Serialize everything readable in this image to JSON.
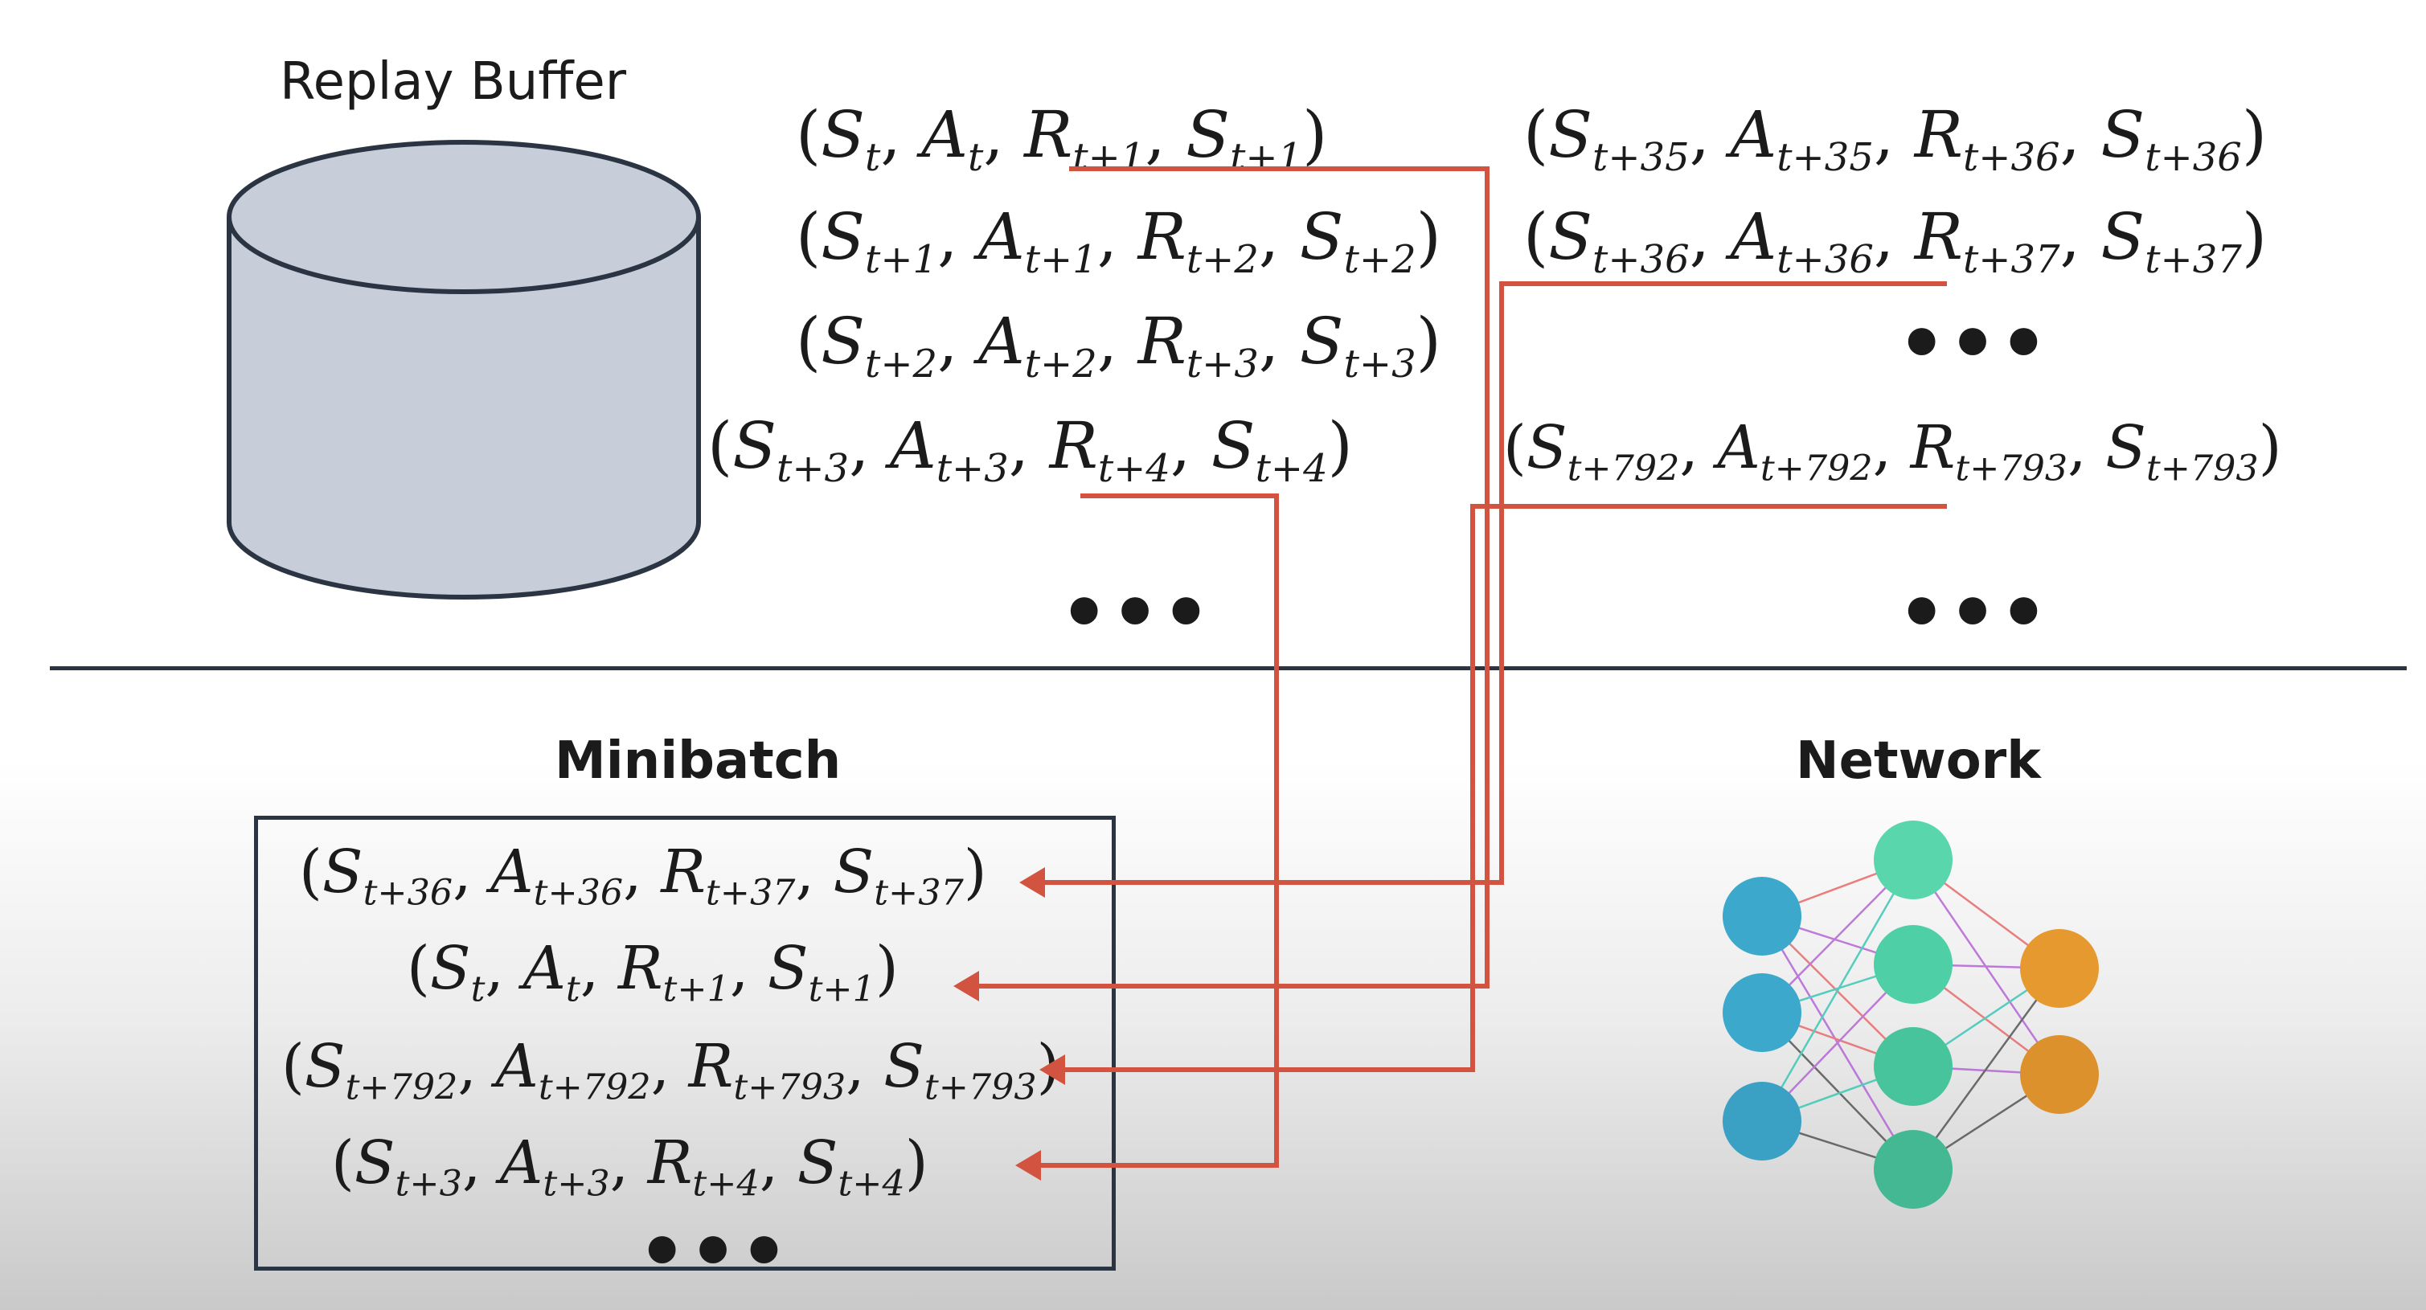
{
  "replay_buffer": {
    "title": "Replay Buffer",
    "transitions_left": [
      [
        "S",
        "t",
        "A",
        "t",
        "R",
        "t+1",
        "S",
        "t+1"
      ],
      [
        "S",
        "t+1",
        "A",
        "t+1",
        "R",
        "t+2",
        "S",
        "t+2"
      ],
      [
        "S",
        "t+2",
        "A",
        "t+2",
        "R",
        "t+3",
        "S",
        "t+3"
      ],
      [
        "S",
        "t+3",
        "A",
        "t+3",
        "R",
        "t+4",
        "S",
        "t+4"
      ]
    ],
    "transitions_right": [
      [
        "S",
        "t+35",
        "A",
        "t+35",
        "R",
        "t+36",
        "S",
        "t+36"
      ],
      [
        "S",
        "t+36",
        "A",
        "t+36",
        "R",
        "t+37",
        "S",
        "t+37"
      ],
      [
        "S",
        "t+792",
        "A",
        "t+792",
        "R",
        "t+793",
        "S",
        "t+793"
      ]
    ],
    "ellipsis": "•••"
  },
  "minibatch": {
    "title": "Minibatch",
    "transitions": [
      [
        "S",
        "t+36",
        "A",
        "t+36",
        "R",
        "t+37",
        "S",
        "t+37"
      ],
      [
        "S",
        "t",
        "A",
        "t",
        "R",
        "t+1",
        "S",
        "t+1"
      ],
      [
        "S",
        "t+792",
        "A",
        "t+792",
        "R",
        "t+793",
        "S",
        "t+793"
      ],
      [
        "S",
        "t+3",
        "A",
        "t+3",
        "R",
        "t+4",
        "S",
        "t+4"
      ]
    ],
    "ellipsis": "•••"
  },
  "network": {
    "title": "Network",
    "colors": {
      "input": "#3ba8cc",
      "hidden": "#4fcfa6",
      "output": "#e6992f",
      "edges": [
        "#e86a6a",
        "#b565d6",
        "#3bc7b5",
        "#555555"
      ]
    }
  },
  "colors": {
    "arrow": "#d2533f",
    "cylinder_fill": "#c8ced9",
    "outline": "#2b3442",
    "divider": "#2b3442"
  }
}
